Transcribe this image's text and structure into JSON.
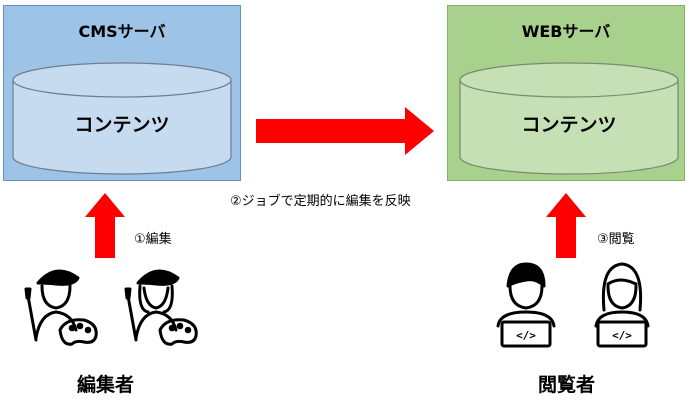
{
  "cms_server": {
    "title": "CMSサーバ",
    "content_label": "コンテンツ",
    "fill": "#9dc3e6",
    "border": "#6c8ebf",
    "cyl_fill": "#c6dbef"
  },
  "web_server": {
    "title": "WEBサーバ",
    "content_label": "コンテンツ",
    "fill": "#a9d18e",
    "border": "#82b366",
    "cyl_fill": "#c5e0b4"
  },
  "arrow_color": "#ff0000",
  "steps": {
    "edit": "①編集",
    "publish": "②ジョブで定期的に編集を反映",
    "view": "③閲覧"
  },
  "actors": {
    "editor": "編集者",
    "viewer": "閲覧者"
  }
}
